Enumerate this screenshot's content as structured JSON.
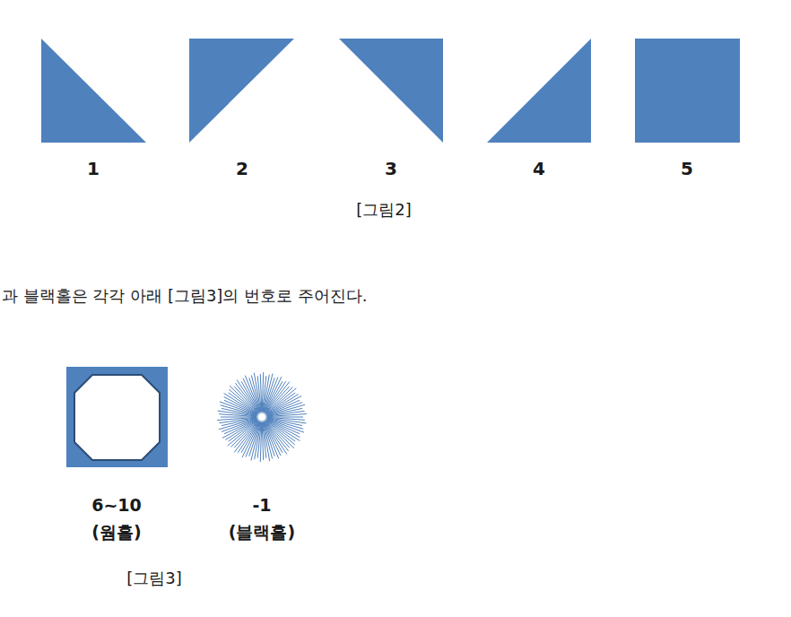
{
  "diagram": {
    "labels": [
      "1",
      "2",
      "3",
      "4",
      "5",
      "[그림2]",
      "과 블랙홀은 각각 아래 [그림3]의 번호로 주어진다.",
      "6~10",
      "(웜홀)",
      "-1",
      "(블랙홀)",
      "[그림3]"
    ]
  }
}
